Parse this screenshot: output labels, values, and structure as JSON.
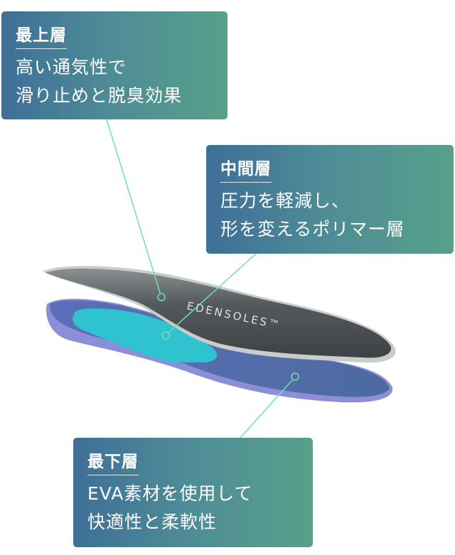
{
  "layers": {
    "top": {
      "title": "最上層",
      "line1": "高い通気性で",
      "line2": "滑り止めと脱臭効果"
    },
    "middle": {
      "title": "中間層",
      "line1": "圧力を軽減し、",
      "line2": "形を変えるポリマー層"
    },
    "bottom": {
      "title": "最下層",
      "line1": "EVA素材を使用して",
      "line2": "快適性と柔軟性"
    }
  },
  "brand_logo": "EDENSOLES™",
  "colors": {
    "accent_line": "#6fe0b0",
    "box_start": "#3e6f98",
    "box_end": "#57a08a"
  }
}
